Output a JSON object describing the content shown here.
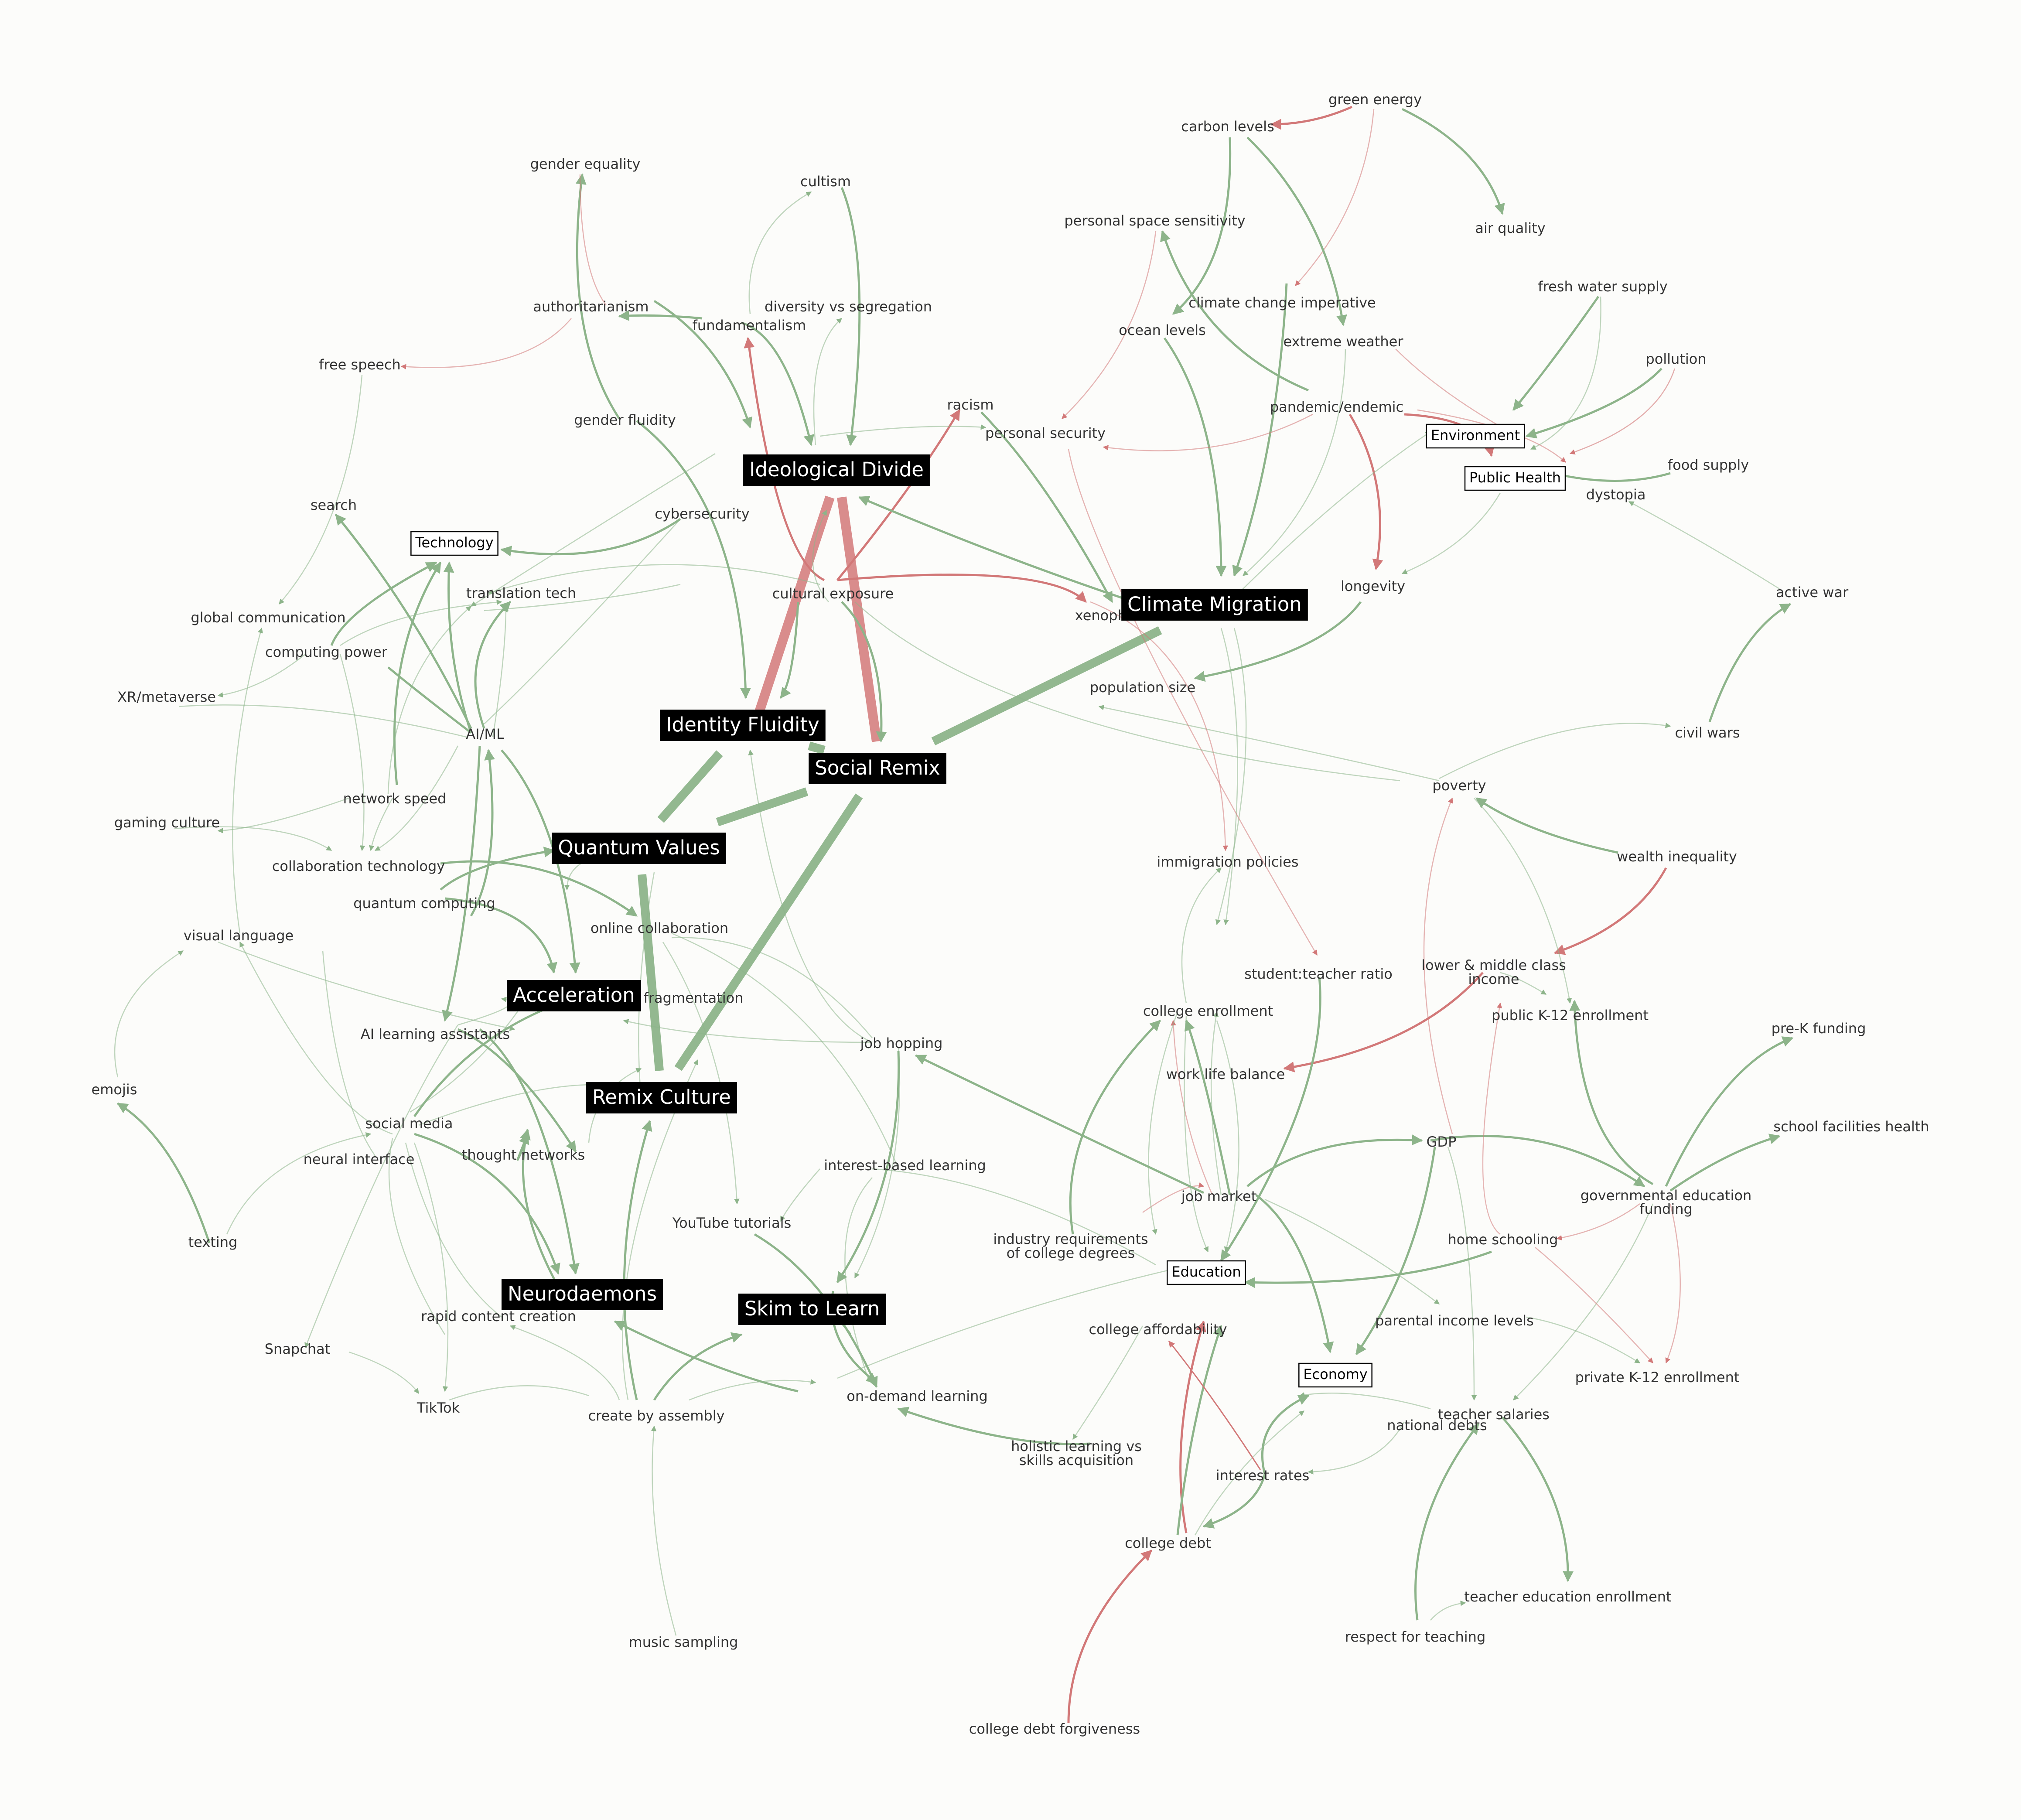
{
  "colors": {
    "background": "#fcfcfa",
    "positive": "#8db48a",
    "negative": "#d27878",
    "label": "#333333",
    "hub_fill": "#000000",
    "hub_text": "#ffffff"
  },
  "hubs": [
    {
      "id": "ideological",
      "label": "Ideological Divide"
    },
    {
      "id": "climate",
      "label": "Climate Migration"
    },
    {
      "id": "identity",
      "label": "Identity Fluidity"
    },
    {
      "id": "social",
      "label": "Social Remix"
    },
    {
      "id": "quantum",
      "label": "Quantum Values"
    },
    {
      "id": "accel",
      "label": "Acceleration"
    },
    {
      "id": "remix",
      "label": "Remix Culture"
    },
    {
      "id": "neuro",
      "label": "Neurodaemons"
    },
    {
      "id": "skim",
      "label": "Skim to Learn"
    }
  ],
  "categories": [
    {
      "id": "technology",
      "label": "Technology"
    },
    {
      "id": "environment",
      "label": "Environment"
    },
    {
      "id": "publichealth",
      "label": "Public Health"
    },
    {
      "id": "education",
      "label": "Education"
    },
    {
      "id": "economy",
      "label": "Economy"
    }
  ],
  "nodes": [
    {
      "id": "green_energy",
      "label": "green energy"
    },
    {
      "id": "carbon",
      "label": "carbon levels"
    },
    {
      "id": "air",
      "label": "air quality"
    },
    {
      "id": "personal_space",
      "label": "personal space sensitivity"
    },
    {
      "id": "fresh_water",
      "label": "fresh water supply"
    },
    {
      "id": "climate_imp",
      "label": "climate change imperative"
    },
    {
      "id": "ocean",
      "label": "ocean levels"
    },
    {
      "id": "extreme",
      "label": "extreme weather"
    },
    {
      "id": "pollution",
      "label": "pollution"
    },
    {
      "id": "pandemic",
      "label": "pandemic/endemic"
    },
    {
      "id": "food",
      "label": "food supply"
    },
    {
      "id": "dystopia",
      "label": "dystopia"
    },
    {
      "id": "longevity",
      "label": "longevity"
    },
    {
      "id": "active_war",
      "label": "active war"
    },
    {
      "id": "population",
      "label": "population size"
    },
    {
      "id": "civil_wars",
      "label": "civil wars"
    },
    {
      "id": "poverty",
      "label": "poverty"
    },
    {
      "id": "wealth",
      "label": "wealth inequality"
    },
    {
      "id": "lower_middle",
      "label": "lower & middle class"
    },
    {
      "id": "income",
      "label": "income"
    },
    {
      "id": "public_k12",
      "label": "public K-12 enrollment"
    },
    {
      "id": "prek",
      "label": "pre-K funding"
    },
    {
      "id": "school_fac",
      "label": "school facilities health"
    },
    {
      "id": "gov_ed",
      "label": "governmental education"
    },
    {
      "id": "gov_ed2",
      "label": "funding"
    },
    {
      "id": "gdp",
      "label": "GDP"
    },
    {
      "id": "home_school",
      "label": "home schooling"
    },
    {
      "id": "private_k12",
      "label": "private K-12 enrollment"
    },
    {
      "id": "parental",
      "label": "parental income levels"
    },
    {
      "id": "teacher_sal",
      "label": "teacher salaries"
    },
    {
      "id": "national_debts",
      "label": "national debts"
    },
    {
      "id": "teacher_ed",
      "label": "teacher education enrollment"
    },
    {
      "id": "respect",
      "label": "respect for teaching"
    },
    {
      "id": "interest",
      "label": "interest rates"
    },
    {
      "id": "college_debt",
      "label": "college debt"
    },
    {
      "id": "cd_forgive",
      "label": "college debt forgiveness"
    },
    {
      "id": "holistic",
      "label": "holistic learning vs"
    },
    {
      "id": "holistic2",
      "label": "skills acquisition"
    },
    {
      "id": "college_aff",
      "label": "college affordability"
    },
    {
      "id": "industry_req",
      "label": "industry requirements"
    },
    {
      "id": "industry_req2",
      "label": "of college degrees"
    },
    {
      "id": "job_market",
      "label": "job market"
    },
    {
      "id": "work_life",
      "label": "work life balance"
    },
    {
      "id": "college_enr",
      "label": "college enrollment"
    },
    {
      "id": "student_teacher",
      "label": "student:teacher ratio"
    },
    {
      "id": "immigration",
      "label": "immigration policies"
    },
    {
      "id": "xenophobia",
      "label": "xenophobia"
    },
    {
      "id": "racism",
      "label": "racism"
    },
    {
      "id": "personal_sec",
      "label": "personal security"
    },
    {
      "id": "gender_eq",
      "label": "gender equality"
    },
    {
      "id": "cultism",
      "label": "cultism"
    },
    {
      "id": "authoritarianism",
      "label": "authoritarianism"
    },
    {
      "id": "diversity",
      "label": "diversity vs segregation"
    },
    {
      "id": "fundamentalism",
      "label": "fundamentalism"
    },
    {
      "id": "free_speech",
      "label": "free speech"
    },
    {
      "id": "gender_fluid",
      "label": "gender fluidity"
    },
    {
      "id": "search",
      "label": "search"
    },
    {
      "id": "cybersecurity",
      "label": "cybersecurity"
    },
    {
      "id": "translation",
      "label": "translation tech"
    },
    {
      "id": "cultural_exp",
      "label": "cultural exposure"
    },
    {
      "id": "global_comm",
      "label": "global communication"
    },
    {
      "id": "computing",
      "label": "computing power"
    },
    {
      "id": "xr",
      "label": "XR/metaverse"
    },
    {
      "id": "aiml",
      "label": "AI/ML"
    },
    {
      "id": "network",
      "label": "network speed"
    },
    {
      "id": "gaming",
      "label": "gaming culture"
    },
    {
      "id": "collab_tech",
      "label": "collaboration technology"
    },
    {
      "id": "quantum_comp",
      "label": "quantum computing"
    },
    {
      "id": "online_collab",
      "label": "online collaboration"
    },
    {
      "id": "visual_lang",
      "label": "visual language"
    },
    {
      "id": "attention",
      "label": "attention fragmentation"
    },
    {
      "id": "ai_learning",
      "label": "AI learning assistants"
    },
    {
      "id": "job_hopping",
      "label": "job hopping"
    },
    {
      "id": "emojis",
      "label": "emojis"
    },
    {
      "id": "social_media",
      "label": "social media"
    },
    {
      "id": "neural",
      "label": "neural interface"
    },
    {
      "id": "thought_net",
      "label": "thought networks"
    },
    {
      "id": "interest_learn",
      "label": "interest-based learning"
    },
    {
      "id": "texting",
      "label": "texting"
    },
    {
      "id": "youtube",
      "label": "YouTube tutorials"
    },
    {
      "id": "rapid",
      "label": "rapid content creation"
    },
    {
      "id": "snapchat",
      "label": "Snapchat"
    },
    {
      "id": "tiktok",
      "label": "TikTok"
    },
    {
      "id": "create_assembly",
      "label": "create by assembly"
    },
    {
      "id": "on_demand",
      "label": "on-demand learning"
    },
    {
      "id": "music",
      "label": "music sampling"
    }
  ]
}
